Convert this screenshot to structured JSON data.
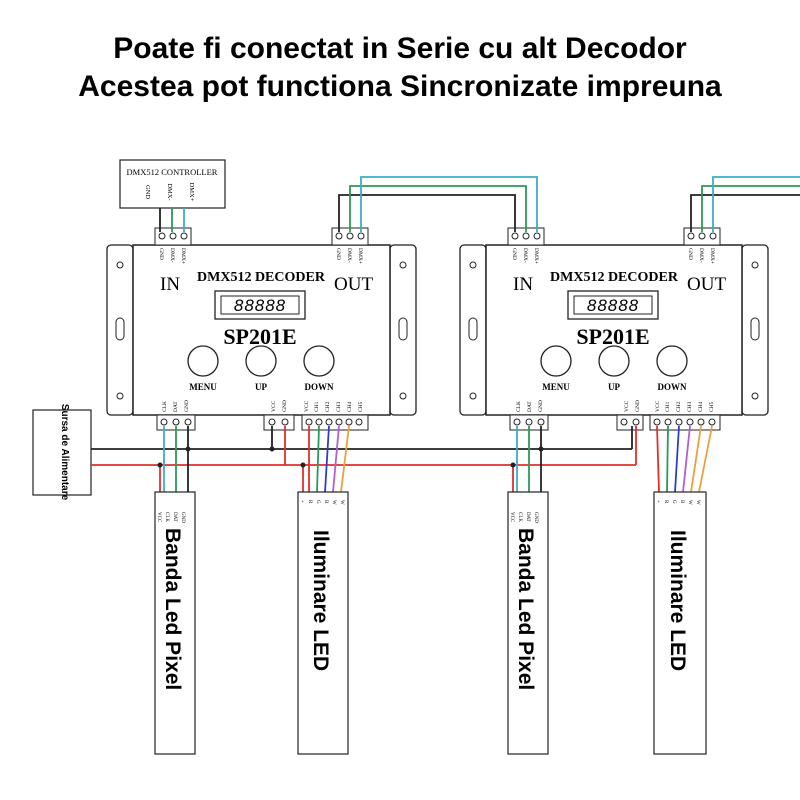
{
  "title": {
    "line1": "Poate fi conectat in Serie cu alt Decodor",
    "line2": "Acestea pot functiona Sincronizate impreuna"
  },
  "controller": {
    "label": "DMX512 CONTROLLER",
    "pins": [
      "GND",
      "DMX-",
      "DMX+"
    ]
  },
  "power_supply": {
    "label": "Sursa de Alimentare"
  },
  "decoders": [
    {
      "brand": "DMX512 DECODER",
      "model": "SP201E",
      "in_label": "IN",
      "out_label": "OUT",
      "display": "88888",
      "buttons": [
        "MENU",
        "UP",
        "DOWN"
      ],
      "dmx_pins": [
        "GND",
        "DMX-",
        "DMX+"
      ],
      "pixel_out_pins": [
        "CLK",
        "DAT",
        "GND"
      ],
      "power_pins": [
        "VCC",
        "GND",
        "VCC"
      ],
      "channel_pins": [
        "CH1",
        "CH2",
        "CH3",
        "CH4",
        "CH5"
      ]
    },
    {
      "brand": "DMX512 DECODER",
      "model": "SP201E",
      "in_label": "IN",
      "out_label": "OUT",
      "display": "88888",
      "buttons": [
        "MENU",
        "UP",
        "DOWN"
      ],
      "dmx_pins": [
        "GND",
        "DMX-",
        "DMX+"
      ],
      "pixel_out_pins": [
        "CLK",
        "DAT",
        "GND"
      ],
      "power_pins": [
        "VCC",
        "GND",
        "VCC"
      ],
      "channel_pins": [
        "CH1",
        "CH2",
        "CH3",
        "CH4",
        "CH5"
      ]
    }
  ],
  "strips": [
    {
      "label": "Banda Led Pixel",
      "pins": [
        "VCC",
        "CLK",
        "DAT",
        "GND"
      ]
    },
    {
      "label": "Iluminare LED",
      "pins": [
        "+",
        "R",
        "G",
        "B",
        "W",
        "W"
      ]
    },
    {
      "label": "Banda Led Pixel",
      "pins": [
        "VCC",
        "CLK",
        "DAT",
        "GND"
      ]
    },
    {
      "label": "Iluminare LED",
      "pins": [
        "+",
        "R",
        "G",
        "B",
        "W",
        "W"
      ]
    }
  ],
  "wire_colors": {
    "dmx_gnd": "#222222",
    "dmx_minus": "#2a9a5a",
    "dmx_plus": "#3aaec8",
    "positive": "#e0302a",
    "ground": "#222222",
    "clk": "#3aaec8",
    "dat": "#2a9a5a",
    "r": "#e0302a",
    "g": "#2a9a5a",
    "b": "#2a40c0",
    "w1": "#b060d0",
    "w2": "#e8a040"
  }
}
